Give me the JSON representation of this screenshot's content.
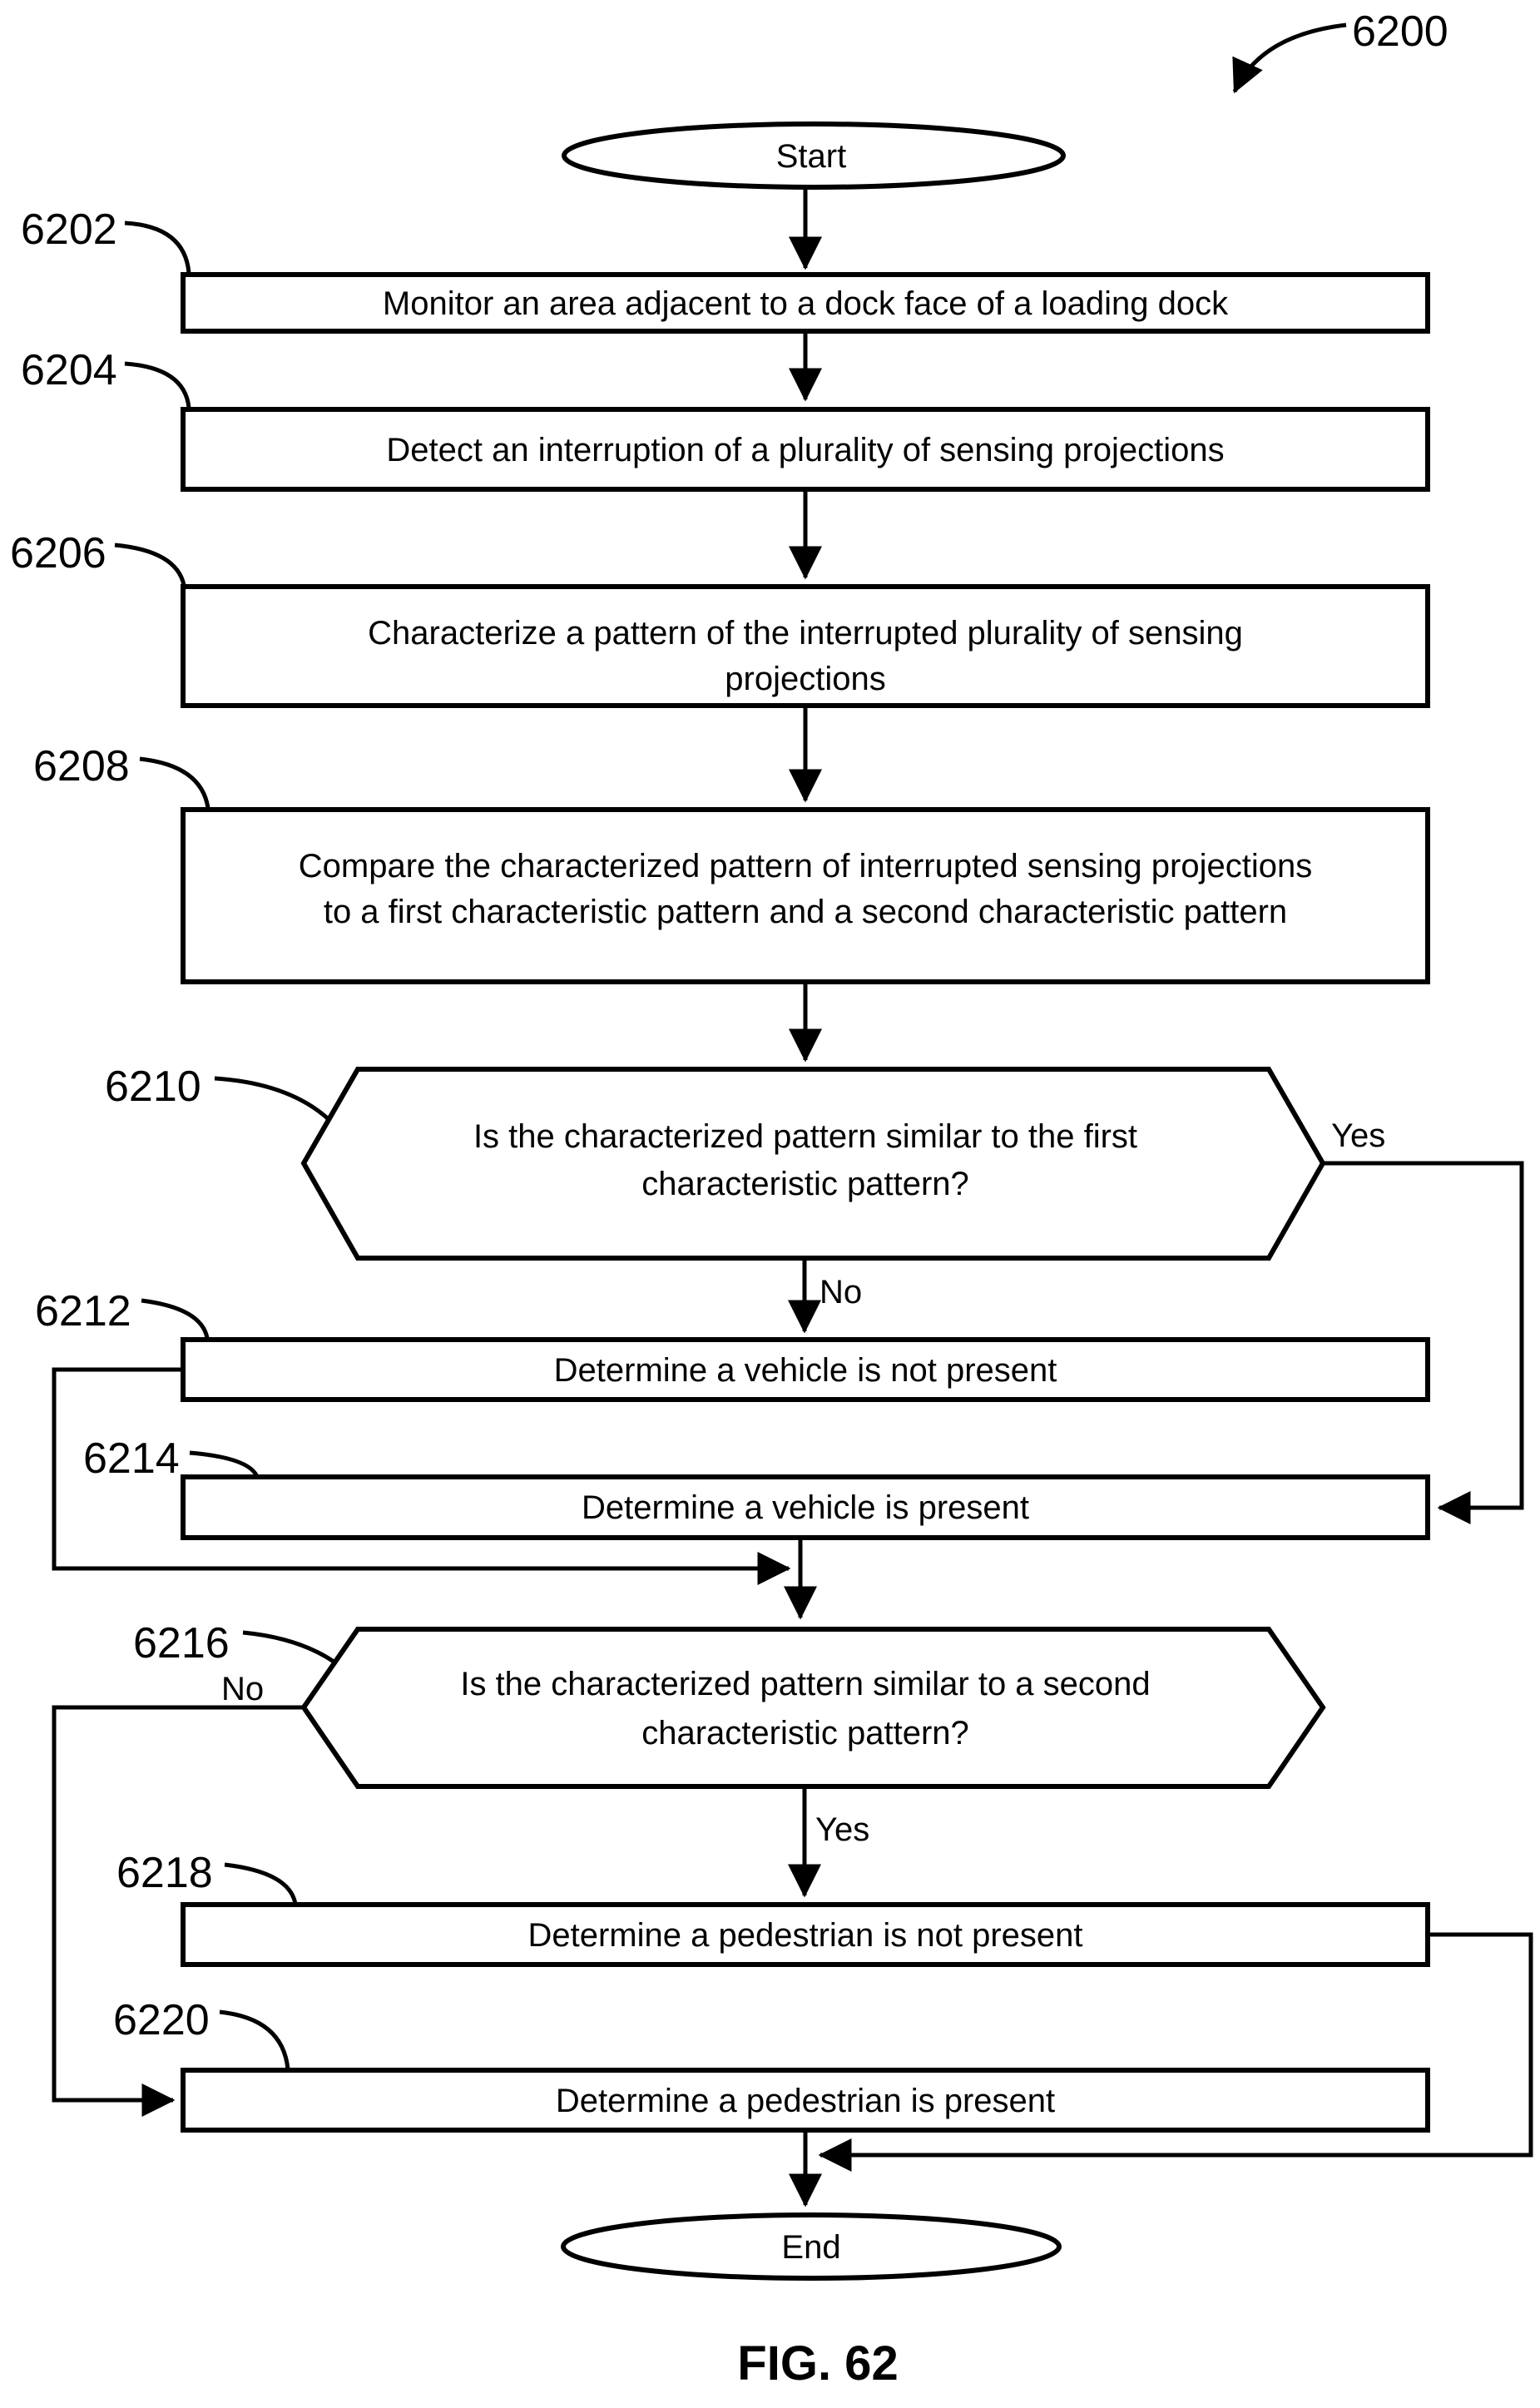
{
  "figure": {
    "ref": "6200",
    "caption": "FIG. 62"
  },
  "colors": {
    "ink": "#000000",
    "paper": "#ffffff"
  },
  "nodes": {
    "start": {
      "label": "Start"
    },
    "b6202": {
      "ref": "6202",
      "lines": [
        "Monitor an area adjacent to a dock face of a loading dock"
      ]
    },
    "b6204": {
      "ref": "6204",
      "lines": [
        "Detect an interruption of a plurality of sensing projections"
      ]
    },
    "b6206": {
      "ref": "6206",
      "lines": [
        "Characterize a pattern of the interrupted plurality of sensing",
        "projections"
      ]
    },
    "b6208": {
      "ref": "6208",
      "lines": [
        "Compare the characterized pattern of interrupted sensing projections",
        "to a first characteristic pattern and a second characteristic pattern"
      ]
    },
    "h6210": {
      "ref": "6210",
      "lines": [
        "Is the characterized pattern similar to the first",
        "characteristic pattern?"
      ]
    },
    "b6212": {
      "ref": "6212",
      "lines": [
        "Determine a vehicle is not present"
      ]
    },
    "b6214": {
      "ref": "6214",
      "lines": [
        "Determine a vehicle is present"
      ]
    },
    "h6216": {
      "ref": "6216",
      "lines": [
        "Is the characterized pattern similar to a second",
        "characteristic pattern?"
      ]
    },
    "b6218": {
      "ref": "6218",
      "lines": [
        "Determine a pedestrian is not present"
      ]
    },
    "b6220": {
      "ref": "6220",
      "lines": [
        "Determine a pedestrian is present"
      ]
    },
    "end": {
      "label": "End"
    }
  },
  "branches": {
    "yes1": "Yes",
    "no1": "No",
    "no2": "No",
    "yes2": "Yes"
  }
}
